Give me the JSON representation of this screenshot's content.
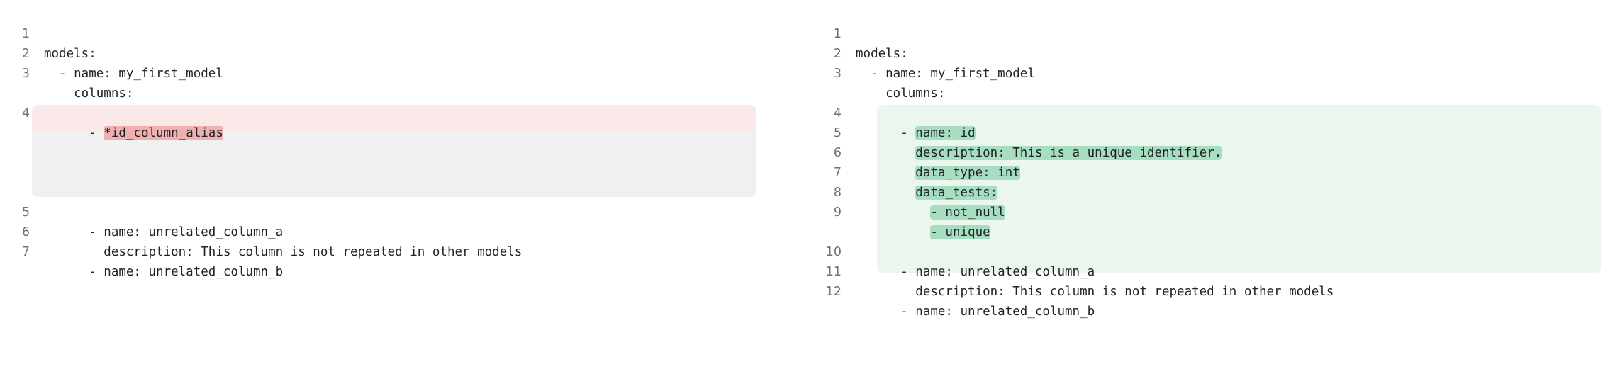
{
  "view": {
    "type": "code-diff",
    "panes": [
      "before",
      "after"
    ],
    "language": "yaml",
    "colors": {
      "text": "#1f2328",
      "line_number": "#6a737d",
      "deletion_row_bg": "#fbe9e9",
      "deletion_word_bg": "#f1b0b0",
      "placeholder_bg": "#eef0f2",
      "addition_row_bg": "#ebf6ef",
      "addition_word_bg": "#a7ddc0",
      "page_bg": "#ffffff"
    }
  },
  "left_pane": {
    "name": "before-pane",
    "lines": [
      {
        "n": "1",
        "pre": "models:",
        "hl": "",
        "post": ""
      },
      {
        "n": "2",
        "pre": "  - name: my_first_model",
        "hl": "",
        "post": ""
      },
      {
        "n": "3",
        "pre": "    columns:",
        "hl": "",
        "post": ""
      },
      {
        "n": "4",
        "pre": "      - ",
        "hl": "*id_column_alias",
        "post": ""
      },
      {
        "n": "5",
        "pre": "      - name: unrelated_column_a",
        "hl": "",
        "post": ""
      },
      {
        "n": "6",
        "pre": "        description: This column is not repeated in other models",
        "hl": "",
        "post": ""
      },
      {
        "n": "7",
        "pre": "      - name: unrelated_column_b",
        "hl": "",
        "post": ""
      }
    ]
  },
  "right_pane": {
    "name": "after-pane",
    "lines": [
      {
        "n": "1",
        "pre": "models:",
        "hl": "",
        "post": ""
      },
      {
        "n": "2",
        "pre": "  - name: my_first_model",
        "hl": "",
        "post": ""
      },
      {
        "n": "3",
        "pre": "    columns:",
        "hl": "",
        "post": ""
      },
      {
        "n": "4",
        "pre": "      - ",
        "hl": "name: id",
        "post": ""
      },
      {
        "n": "5",
        "pre": "        ",
        "hl": "description: This is a unique identifier.",
        "post": ""
      },
      {
        "n": "6",
        "pre": "        ",
        "hl": "data_type: int",
        "post": ""
      },
      {
        "n": "7",
        "pre": "        ",
        "hl": "data_tests:",
        "post": ""
      },
      {
        "n": "8",
        "pre": "          ",
        "hl": "- not_null",
        "post": ""
      },
      {
        "n": "9",
        "pre": "          ",
        "hl": "- unique",
        "post": ""
      },
      {
        "n": "10",
        "pre": "      - name: unrelated_column_a",
        "hl": "",
        "post": ""
      },
      {
        "n": "11",
        "pre": "        description: This column is not repeated in other models",
        "hl": "",
        "post": ""
      },
      {
        "n": "12",
        "pre": "      - name: unrelated_column_b",
        "hl": "",
        "post": ""
      }
    ]
  }
}
